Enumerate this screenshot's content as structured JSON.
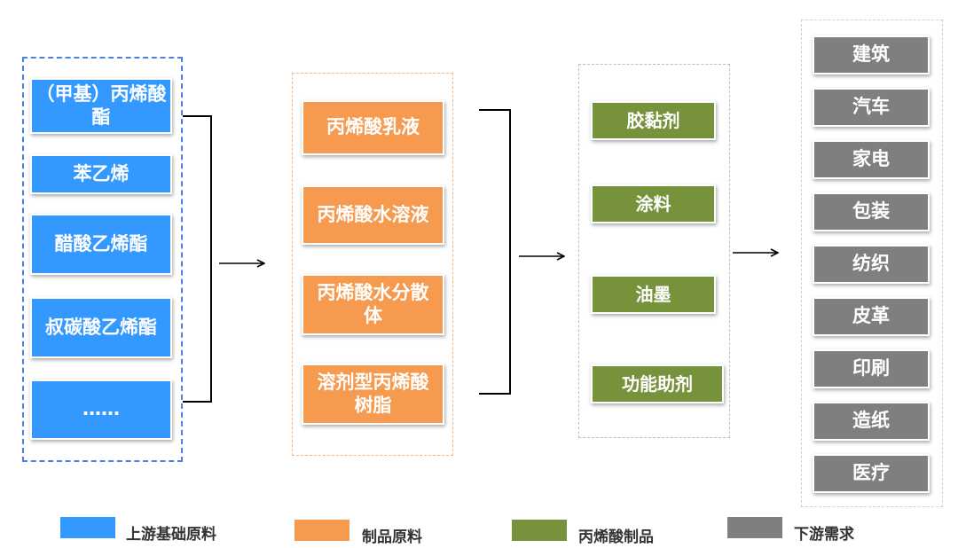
{
  "colors": {
    "upstream": "#3399ff",
    "product_material": "#f59a4f",
    "acrylic_product": "#76933c",
    "downstream": "#7f7f7f"
  },
  "upstream": [
    "（甲基）丙烯酸酯",
    "苯乙烯",
    "醋酸乙烯酯",
    "叔碳酸乙烯酯",
    "……"
  ],
  "product_materials": [
    "丙烯酸乳液",
    "丙烯酸水溶液",
    "丙烯酸水分散体",
    "溶剂型丙烯酸树脂"
  ],
  "acrylic_products": [
    "胶黏剂",
    "涂料",
    "油墨",
    "功能助剂"
  ],
  "downstream": [
    "建筑",
    "汽车",
    "家电",
    "包装",
    "纺织",
    "皮革",
    "印刷",
    "造纸",
    "医疗"
  ],
  "legend": [
    {
      "label": "上游基础原料",
      "color": "#3399ff"
    },
    {
      "label": "制品原料",
      "color": "#f59a4f"
    },
    {
      "label": "丙烯酸制品",
      "color": "#76933c"
    },
    {
      "label": "下游需求",
      "color": "#7f7f7f"
    }
  ]
}
